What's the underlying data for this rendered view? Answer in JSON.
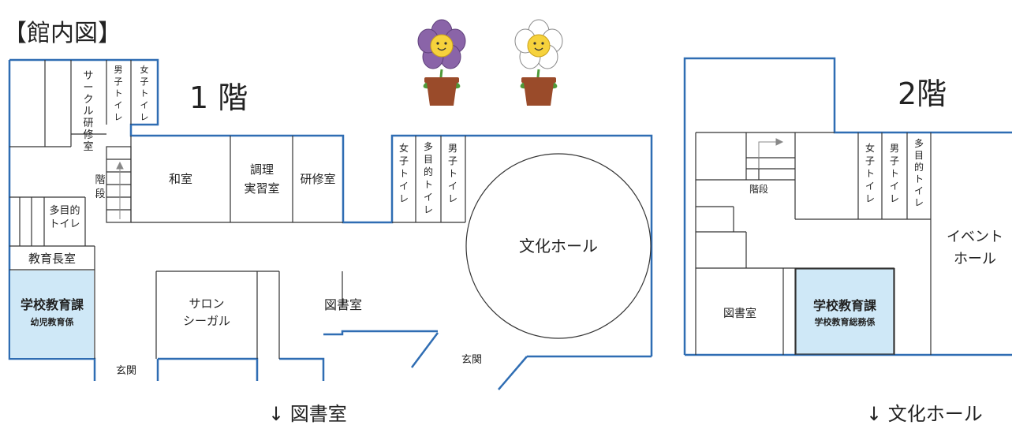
{
  "title": "【館内図】",
  "colors": {
    "wall": "#2f6db3",
    "line": "#333333",
    "highlight": "#cfe8f7",
    "petal_purple": "#8a64a8",
    "petal_white": "#ffffff",
    "flower_center": "#f6d23c",
    "stem": "#4f9a3a",
    "pot": "#9a4b2a"
  },
  "floor1": {
    "label": "1 階",
    "rooms": {
      "circle_room": "サークル研修室",
      "mens_toilet": "男子トイレ",
      "womens_toilet": "女子トイレ",
      "stairs": "階段",
      "washitsu": "和室",
      "cooking_1": "調理",
      "cooking_2": "実習室",
      "kenshu": "研修室",
      "womens_toilet_2": "女子トイレ",
      "multi_toilet_v": "多目的トイレ",
      "mens_toilet_2": "男子トイレ",
      "multi_toilet_1": "多目的",
      "multi_toilet_2": "トイレ",
      "kyoikucho": "教育長室",
      "gakko_title": "学校教育課",
      "gakko_sub": "幼児教育係",
      "salon_1": "サロン",
      "salon_2": "シーガル",
      "library": "図書室",
      "hall": "文化ホール",
      "entrance_1": "玄関",
      "entrance_2": "玄関"
    },
    "arrow_caption": "↓ 図書室"
  },
  "floor2": {
    "label": "2階",
    "rooms": {
      "stairs": "階段",
      "womens_toilet": "女子トイレ",
      "mens_toilet": "男子トイレ",
      "multi_toilet": "多目的トイレ",
      "event_1": "イベント",
      "event_2": "ホール",
      "library": "図書室",
      "gakko_title": "学校教育課",
      "gakko_sub": "学校教育総務係"
    },
    "arrow_caption": "↓ 文化ホール"
  },
  "decorations": [
    "flower-purple-icon",
    "flower-white-icon"
  ]
}
